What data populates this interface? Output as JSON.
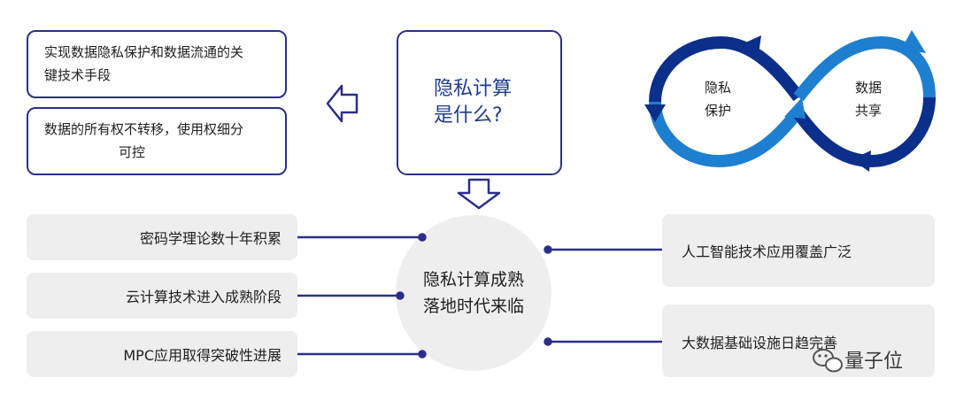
{
  "left_boxes": [
    {
      "line1": "实现数据隐私保护和数据流通的关",
      "line2": "键技术手段"
    },
    {
      "line1": "数据的所有权不转移，使用权细分",
      "line2": "可控"
    }
  ],
  "question": {
    "line1": "隐私计算",
    "line2": "是什么?"
  },
  "infinity": {
    "left_line1": "隐私",
    "left_line2": "保护",
    "right_line1": "数据",
    "right_line2": "共享",
    "colors": {
      "dark": "#0b2f8a",
      "light": "#1e7fd0"
    }
  },
  "center": {
    "line1": "隐私计算成熟",
    "line2": "落地时代来临"
  },
  "left_factors": [
    "密码学理论数十年积累",
    "云计算技术进入成熟阶段",
    "MPC应用取得突破性进展"
  ],
  "right_factors": [
    "人工智能技术应用覆盖广泛",
    "大数据基础设施日趋完善"
  ],
  "watermark": {
    "text": "量子位",
    "icon": "wechat-icon"
  },
  "colors": {
    "outline": "#2b2f8a",
    "connector": "#2b2f8a",
    "gray": "#eeeeee"
  }
}
